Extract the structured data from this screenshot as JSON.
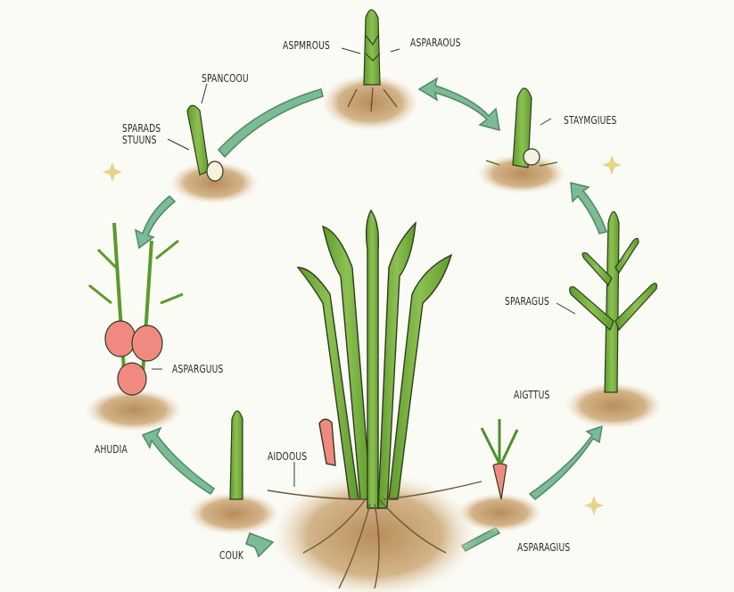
{
  "diagram": {
    "type": "plant life cycle illustration",
    "subject": "asparagus growth cycle",
    "colors": {
      "background": "#fbfbf6",
      "stem_green": "#7cb342",
      "stem_dark": "#4e7d24",
      "outline": "#2f3b1f",
      "soil": "#c8a273",
      "arrow": "#6fb08a",
      "arrow_outline": "#3f7c5a",
      "carrot": "#f08a80",
      "text": "#1e2a22"
    },
    "labels": {
      "top_left": "ASPMROUS",
      "top_right": "ASPARAOUS",
      "upper_left_top": "SPANCOOU",
      "upper_left_side": "SPARADS\nSTUUNS",
      "upper_right": "STAYMGIUES",
      "right_mid": "SPARAGUS",
      "right_lower": "AIGTTUS",
      "left_mid": "ASPARGUUS",
      "left_lower": "AHUDIA",
      "center_small": "AIDOOUS",
      "bottom_left": "COUK",
      "bottom_right": "ASPARAGIUS"
    },
    "stages": [
      {
        "id": "sprout-top",
        "description": "Single spear emerging from soil mound"
      },
      {
        "id": "sprout-right",
        "description": "Young spear with seed"
      },
      {
        "id": "mature-right",
        "description": "Branching fern-like stalk"
      },
      {
        "id": "carrot-right",
        "description": "Small carrot-like seedling"
      },
      {
        "id": "spear-bottom-left",
        "description": "Small spear in soil"
      },
      {
        "id": "carrot-left",
        "description": "Plant with pink root tubers"
      },
      {
        "id": "seedling-left",
        "description": "Spear with seed in soil"
      },
      {
        "id": "center",
        "description": "Large bundle of asparagus spears with root system"
      }
    ]
  }
}
